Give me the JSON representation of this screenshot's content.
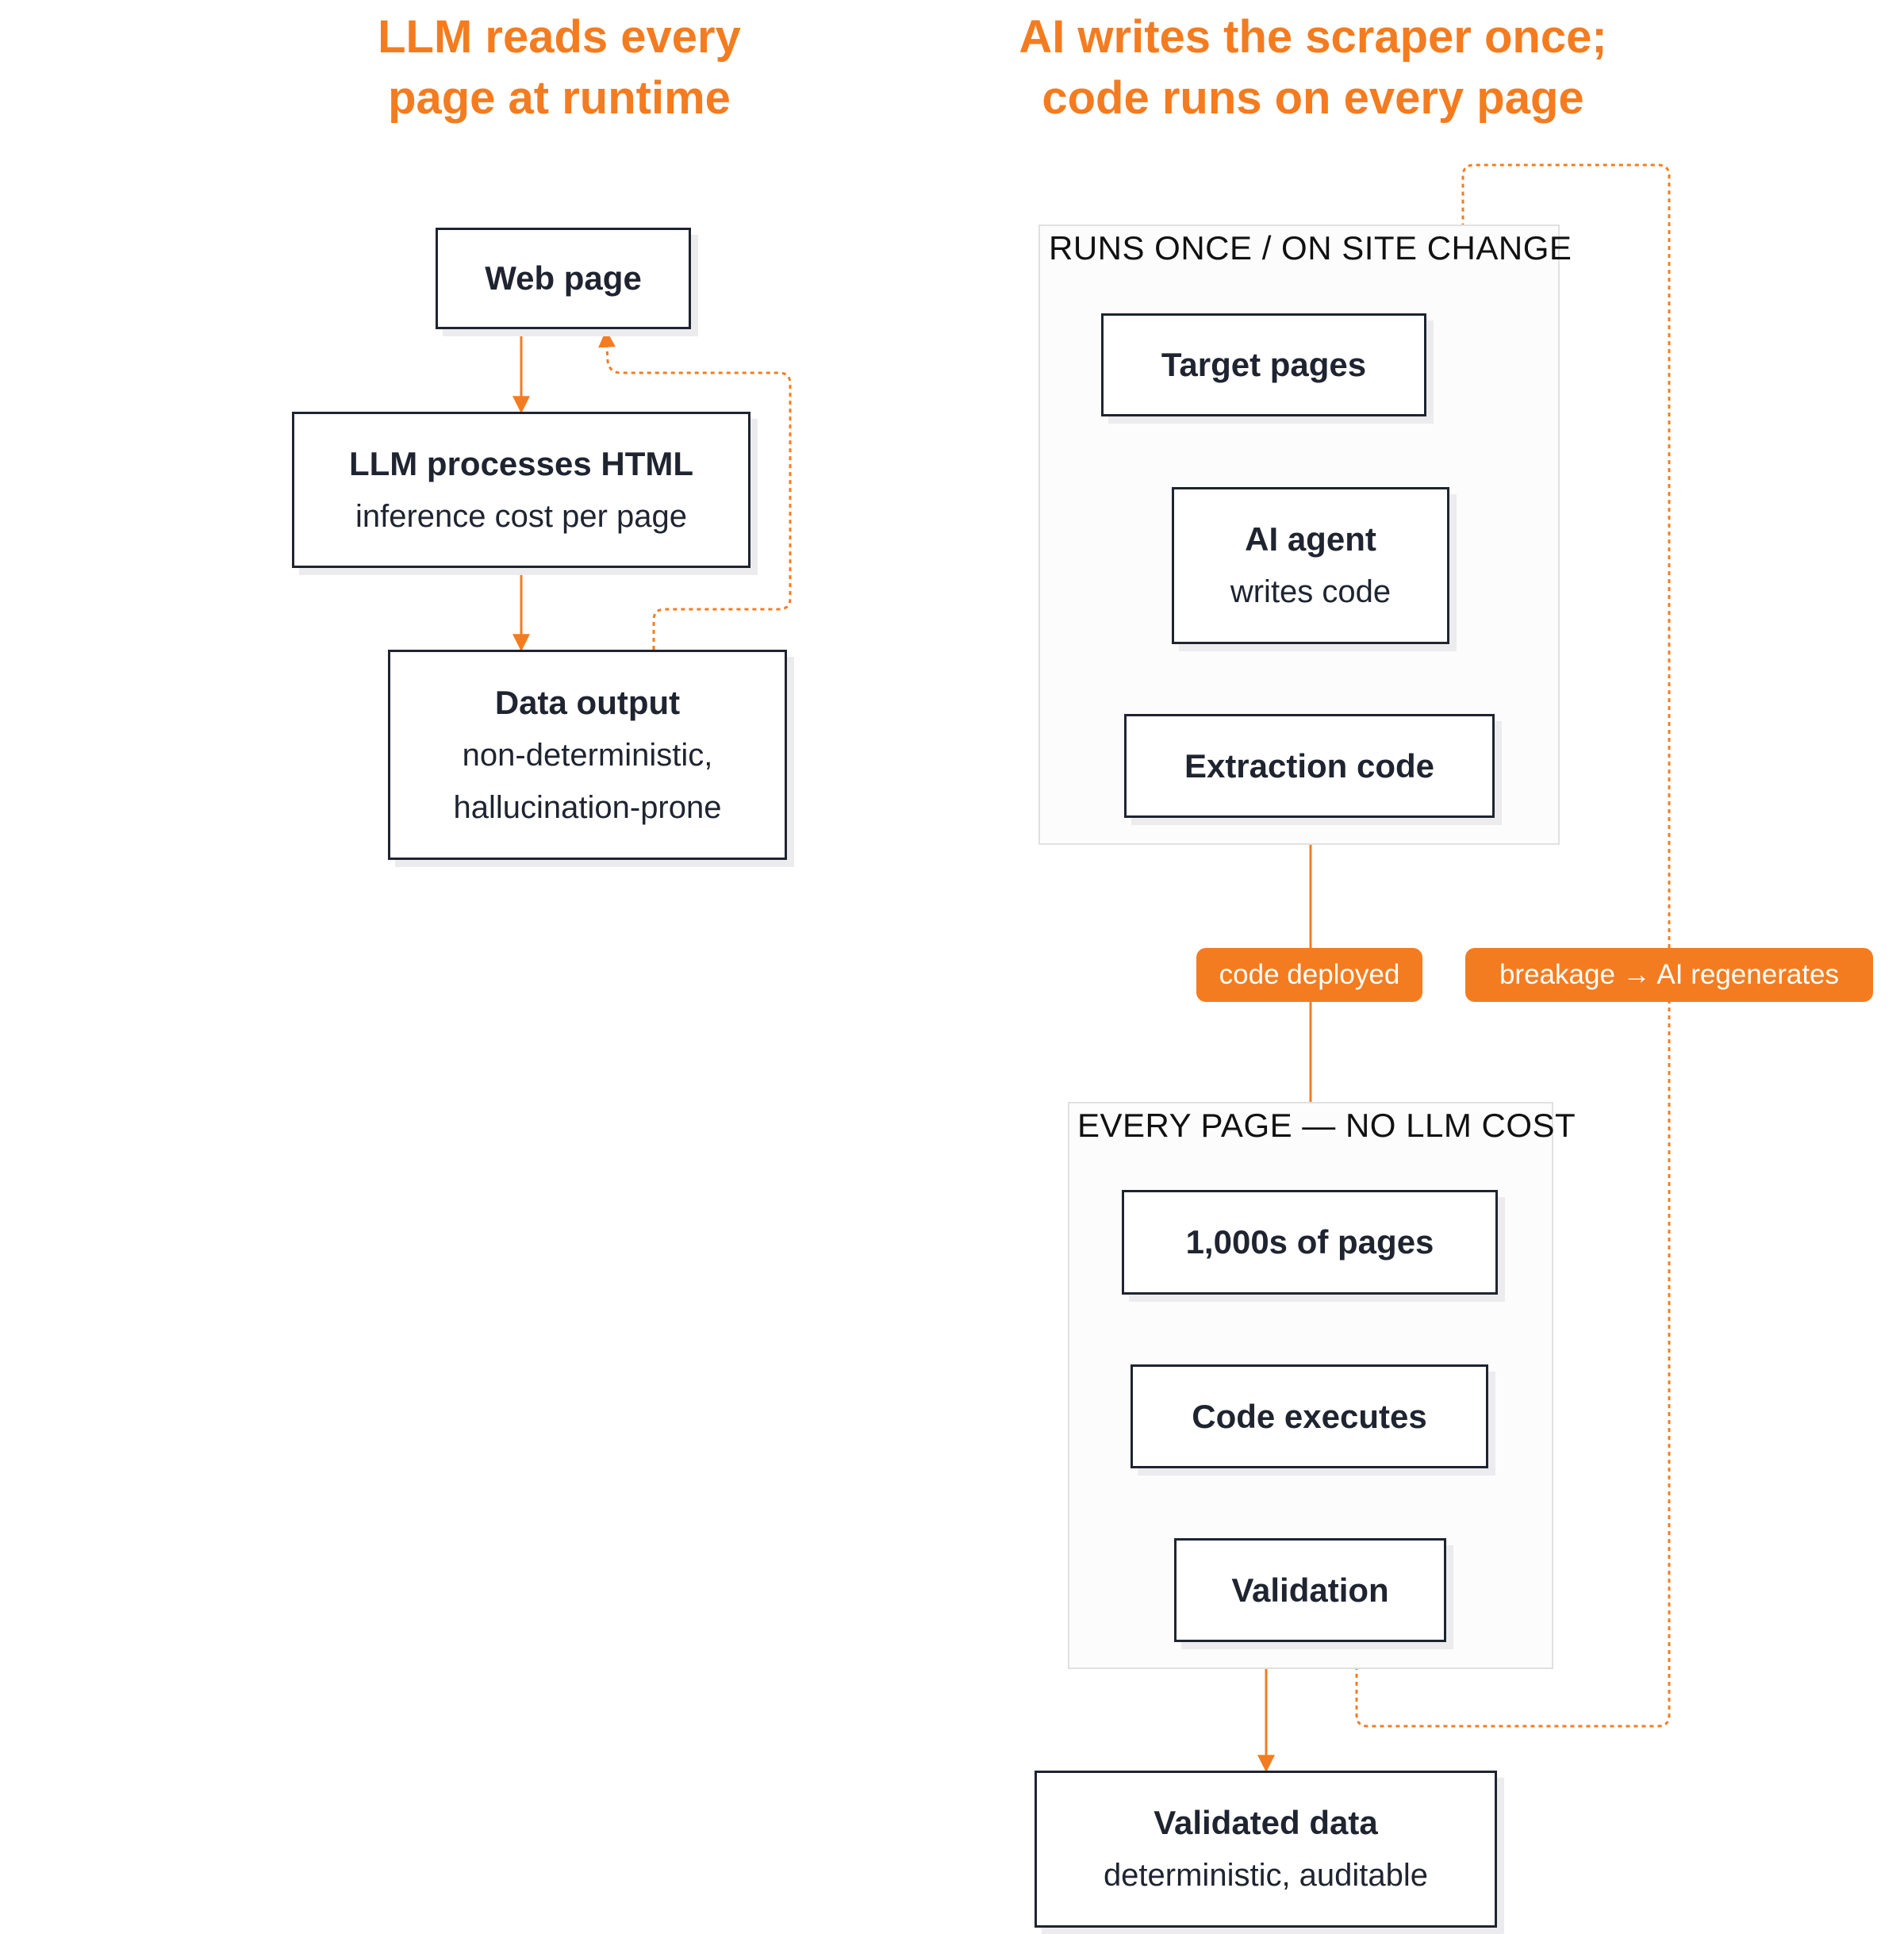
{
  "headings": {
    "left": [
      "LLM reads every",
      "page at runtime"
    ],
    "right": [
      "AI writes the scraper once;",
      "code runs on every page"
    ]
  },
  "groups": {
    "runs_once": "RUNS ONCE / ON SITE CHANGE",
    "every_page": "EVERY PAGE — NO LLM COST"
  },
  "nodes": {
    "web_page": {
      "title": "Web page"
    },
    "llm_processes": {
      "title": "LLM processes HTML",
      "subtitle": "inference cost per page"
    },
    "data_output": {
      "title": "Data output",
      "subtitle_lines": [
        "non-deterministic,",
        "hallucination-prone"
      ]
    },
    "target_pages": {
      "title": "Target pages"
    },
    "ai_agent": {
      "title": "AI agent",
      "subtitle": "writes code"
    },
    "extraction_code": {
      "title": "Extraction code"
    },
    "thousands_pages": {
      "title": "1,000s of pages"
    },
    "code_executes": {
      "title": "Code executes"
    },
    "validation": {
      "title": "Validation"
    },
    "validated_data": {
      "title": "Validated data",
      "subtitle": "deterministic, auditable"
    }
  },
  "edge_labels": {
    "code_deployed": "code deployed",
    "breakage": "breakage → AI regenerates"
  },
  "colors": {
    "accent": "#f47c20",
    "node_border": "#1f2430",
    "group_border": "#e1e1e3",
    "group_fill": "#fcfcfd"
  }
}
